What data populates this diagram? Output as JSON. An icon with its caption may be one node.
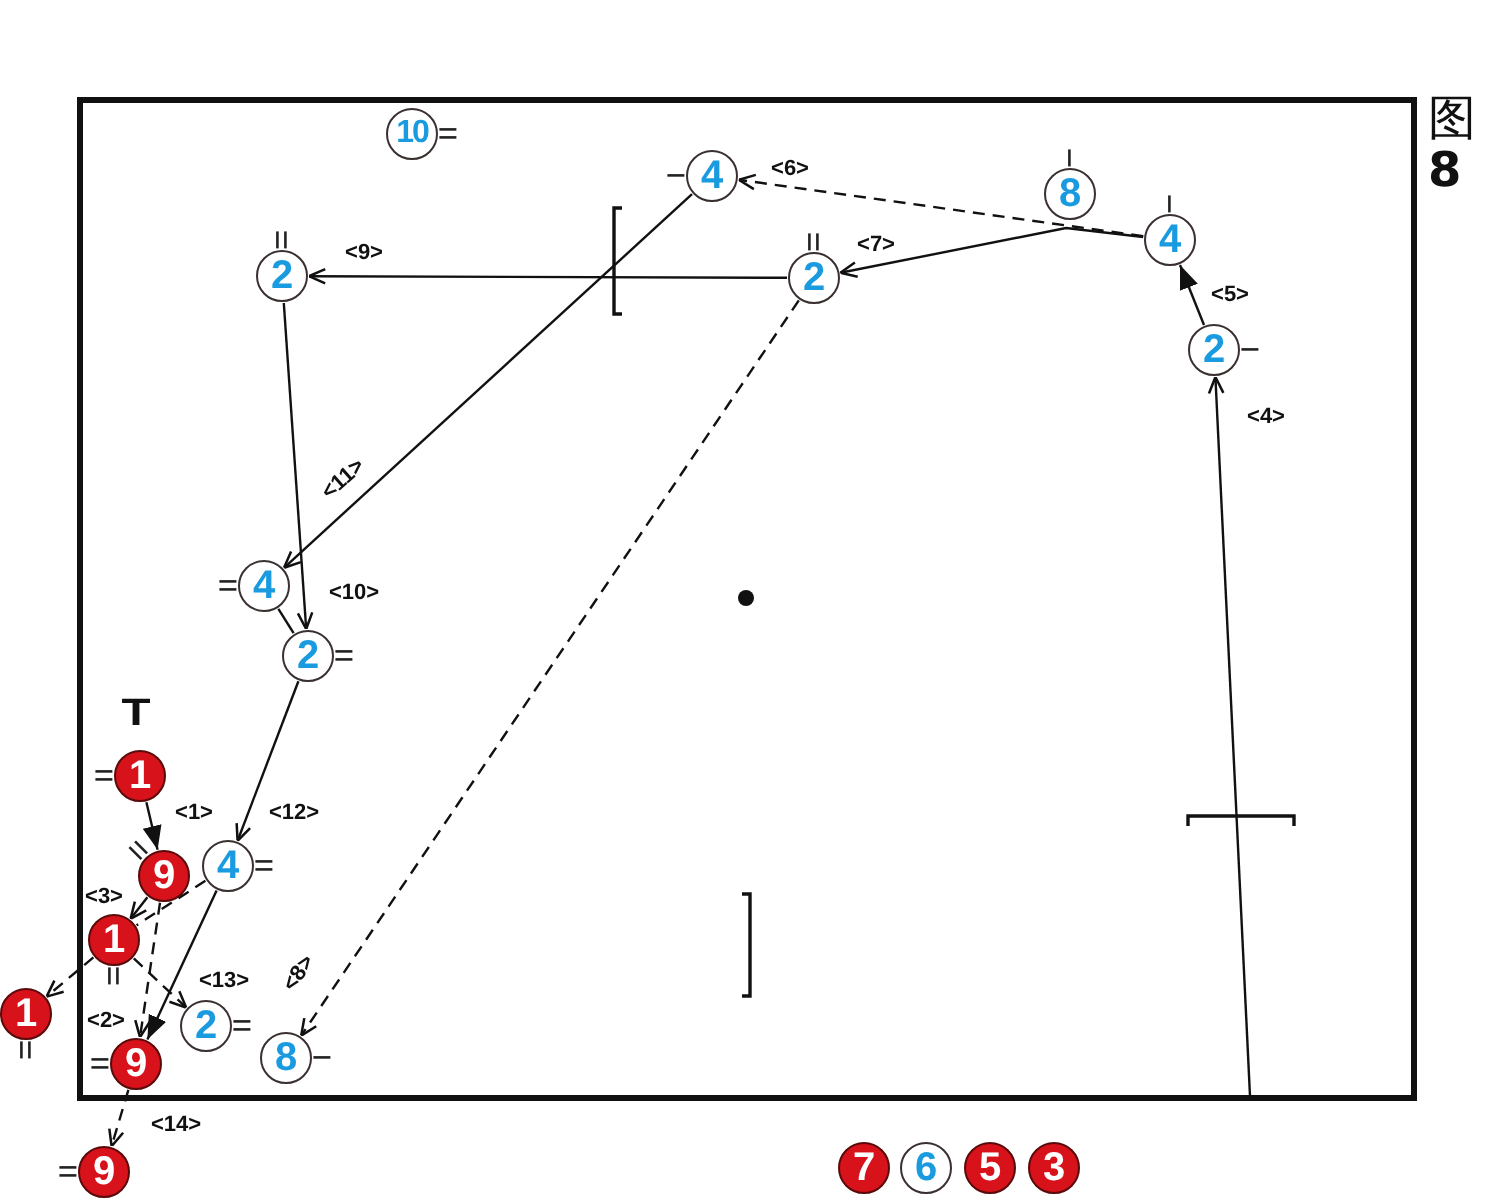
{
  "diagram": {
    "title": "图**8**",
    "nodes": [
      {
        "text": [
          "10"
        ]
      },
      {
        "text": [
          "4"
        ]
      },
      {
        "text": [
          "8"
        ]
      },
      {
        "text": [
          "4"
        ]
      },
      {
        "text": [
          "2"
        ]
      },
      {
        "text": [
          "2"
        ]
      },
      {
        "text": [
          "2"
        ]
      },
      {
        "text": [
          "4"
        ]
      },
      {
        "text": [
          "2"
        ]
      },
      {
        "text": [
          "1"
        ],
        "beside": [
          "T"
        ]
      },
      {
        "text": [
          "9"
        ]
      },
      {
        "text": [
          "4"
        ]
      },
      {
        "text": [
          "1"
        ]
      },
      {
        "text": [
          "1"
        ]
      },
      {
        "text": [
          "2"
        ]
      },
      {
        "text": [
          "8"
        ]
      },
      {
        "text": [
          "9"
        ]
      },
      {
        "text": [
          "9"
        ]
      },
      {
        "text": [
          "7"
        ]
      },
      {
        "text": [
          "6"
        ]
      },
      {
        "text": [
          "5"
        ]
      },
      {
        "text": [
          "3"
        ]
      }
    ],
    "edges": [
      {
        "from": 9,
        "to": 10,
        "arrow": "to",
        "label": "<1>"
      },
      {
        "from": 10,
        "to": 16,
        "arrow": "to",
        "label": "<2>",
        "style": "dashed"
      },
      {
        "from": 10,
        "to": 12,
        "arrow": "to",
        "label": "<3>"
      },
      {
        "from": null,
        "to": 6,
        "arrow": "to",
        "label": "<4>"
      },
      {
        "from": 6,
        "to": 3,
        "arrow": "to",
        "label": "<5>"
      },
      {
        "from": 3,
        "to": 1,
        "arrow": "to",
        "label": "<6>",
        "style": "dashed"
      },
      {
        "from": 3,
        "to": 5,
        "arrow": "to",
        "label": "<7>"
      },
      {
        "from": 5,
        "to": 15,
        "arrow": "to",
        "label": "<8>",
        "style": "dashed"
      },
      {
        "from": 5,
        "to": 4,
        "arrow": "to",
        "label": "<9>"
      },
      {
        "from": 4,
        "to": 8,
        "arrow": "to",
        "label": "<10>"
      },
      {
        "from": 1,
        "to": 7,
        "arrow": "to",
        "label": "<11>"
      },
      {
        "from": 8,
        "to": 11,
        "arrow": "to",
        "label": "<12>"
      },
      {
        "from": 12,
        "to": 14,
        "arrow": "to",
        "label": "<13>",
        "style": "dashed"
      },
      {
        "from": 16,
        "to": 17,
        "arrow": "to",
        "label": "<14>",
        "style": "dashed"
      },
      {
        "from": 7,
        "to": 8,
        "arrow": "none"
      },
      {
        "from": 11,
        "to": 16,
        "arrow": "to"
      },
      {
        "from": 11,
        "to": 12,
        "arrow": "none",
        "style": "dashed"
      },
      {
        "from": 12,
        "to": 13,
        "arrow": "to",
        "style": "dashed"
      }
    ]
  }
}
